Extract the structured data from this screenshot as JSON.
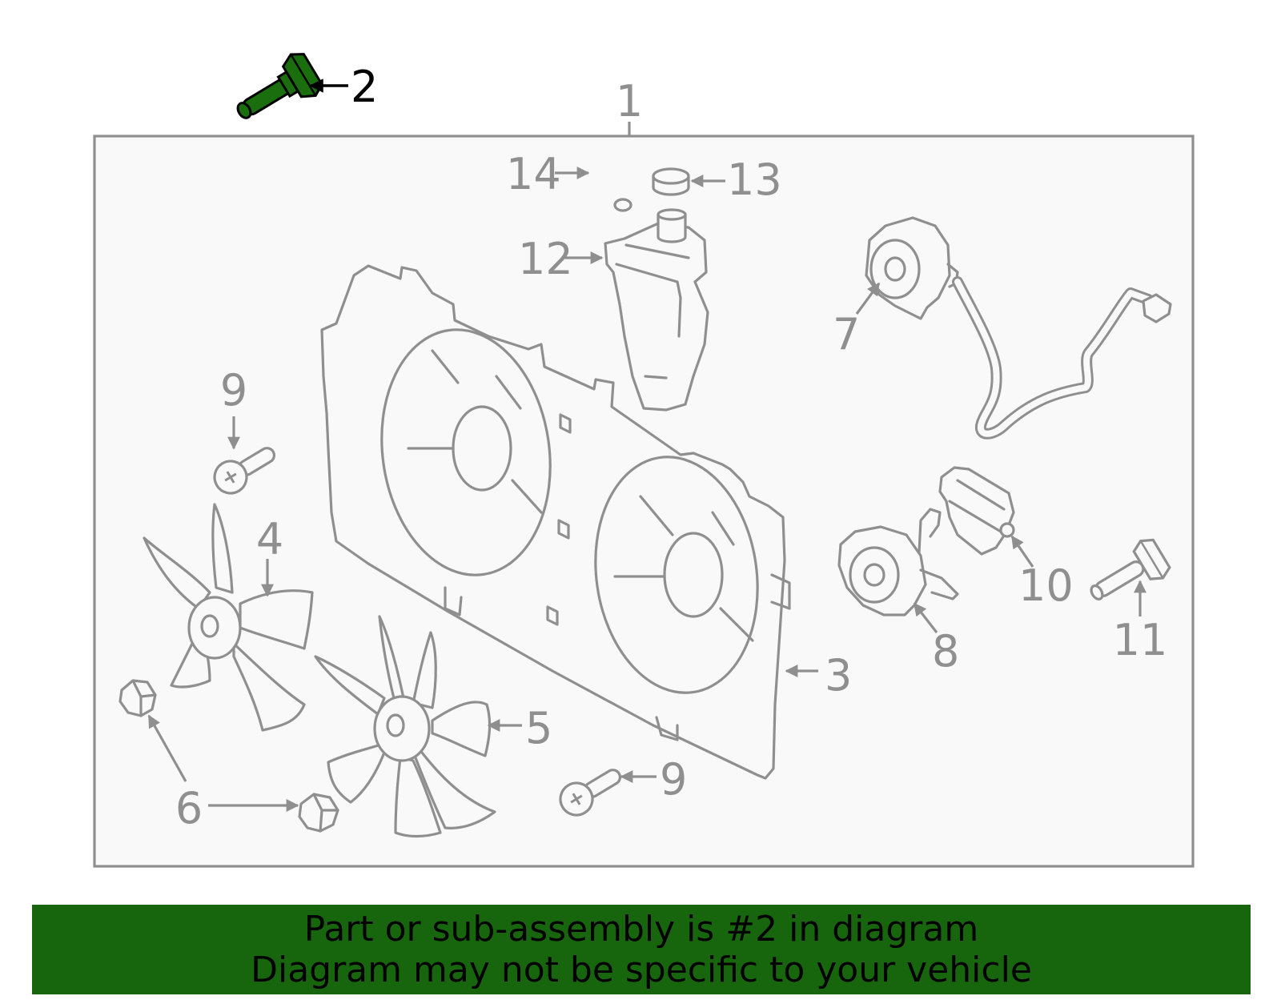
{
  "diagram": {
    "callouts": {
      "c1": "1",
      "c2": "2",
      "c3": "3",
      "c4": "4",
      "c5": "5",
      "c6": "6",
      "c7": "7",
      "c8": "8",
      "c9a": "9",
      "c9b": "9",
      "c10": "10",
      "c11": "11",
      "c12": "12",
      "c13": "13",
      "c14": "14"
    },
    "highlighted_part": "2",
    "colors": {
      "highlight": "#1a6e0e",
      "line_art": "#8f8f8f",
      "panel": "#f9f9f9",
      "banner": "#17650c"
    }
  },
  "banner": {
    "line1": "Part or sub-assembly is #2 in diagram",
    "line2": "Diagram may not be specific to your vehicle"
  }
}
